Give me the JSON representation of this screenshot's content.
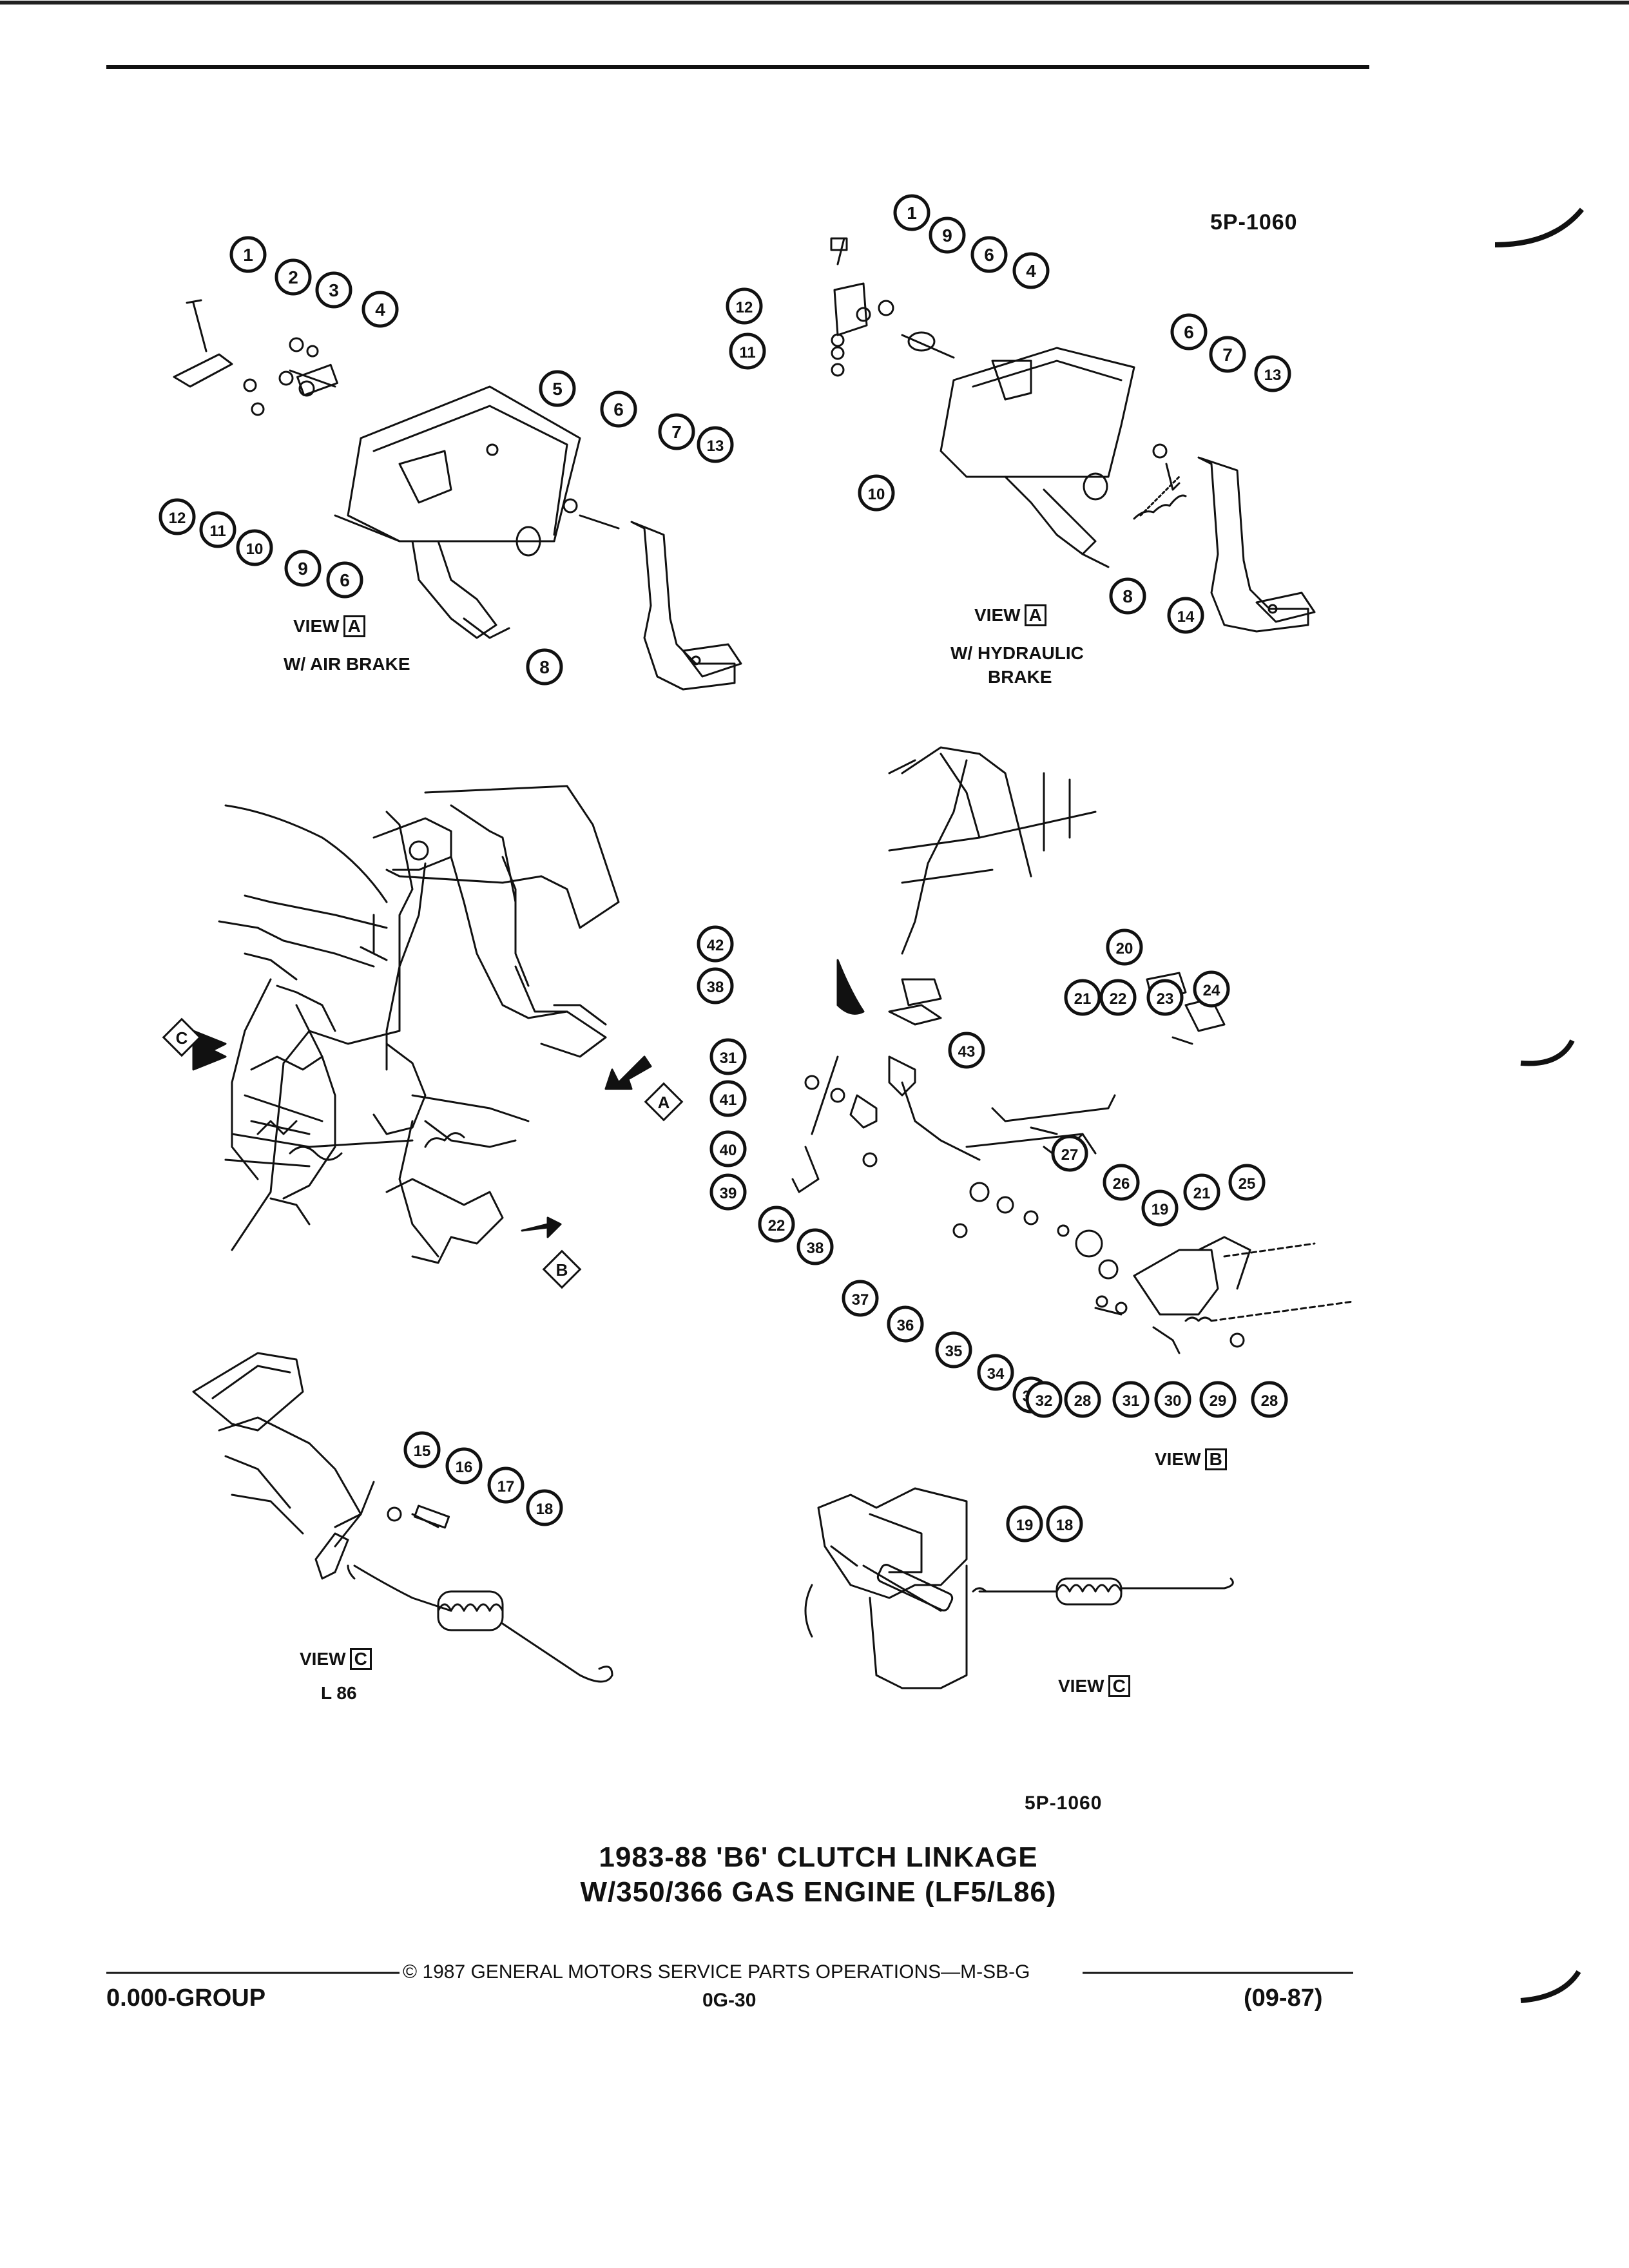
{
  "page": {
    "figure_number_top": "5P-1060",
    "figure_number_bottom": "5P-1060",
    "title_line1": "1983-88 'B6' CLUTCH LINKAGE",
    "title_line2": "W/350/366 GAS ENGINE (LF5/L86)"
  },
  "views": {
    "view_word": "VIEW",
    "a_air": {
      "letter": "A",
      "sub": "W/ AIR BRAKE"
    },
    "a_hyd": {
      "letter": "A",
      "sub1": "W/ HYDRAULIC",
      "sub2": "BRAKE"
    },
    "b": {
      "letter": "B"
    },
    "c_l86": {
      "letter": "C",
      "sub": "L 86"
    },
    "c_lf5": {
      "letter": "C"
    },
    "arrow_letters": [
      "A",
      "B",
      "C"
    ]
  },
  "callouts": {
    "air_brake": [
      "1",
      "2",
      "3",
      "4",
      "5",
      "6",
      "7",
      "13",
      "12",
      "11",
      "10",
      "9",
      "6",
      "8"
    ],
    "hydraulic": [
      "1",
      "9",
      "6",
      "4",
      "12",
      "11",
      "10",
      "6",
      "7",
      "13",
      "8",
      "14"
    ],
    "linkage": [
      "42",
      "38",
      "31",
      "41",
      "40",
      "39",
      "22",
      "38",
      "37",
      "36",
      "35",
      "34",
      "33",
      "32",
      "28",
      "31",
      "30",
      "29",
      "28",
      "20",
      "21",
      "22",
      "23",
      "24",
      "43",
      "27",
      "26",
      "19",
      "21",
      "25"
    ],
    "view_c_l86": [
      "15",
      "16",
      "17",
      "18"
    ],
    "view_c_lf5": [
      "19",
      "18"
    ]
  },
  "footer": {
    "copyright": "© 1987 GENERAL MOTORS SERVICE PARTS OPERATIONS—M-SB-G",
    "group": "0.000-GROUP",
    "page_code": "0G-30",
    "date_code": "(09-87)"
  }
}
